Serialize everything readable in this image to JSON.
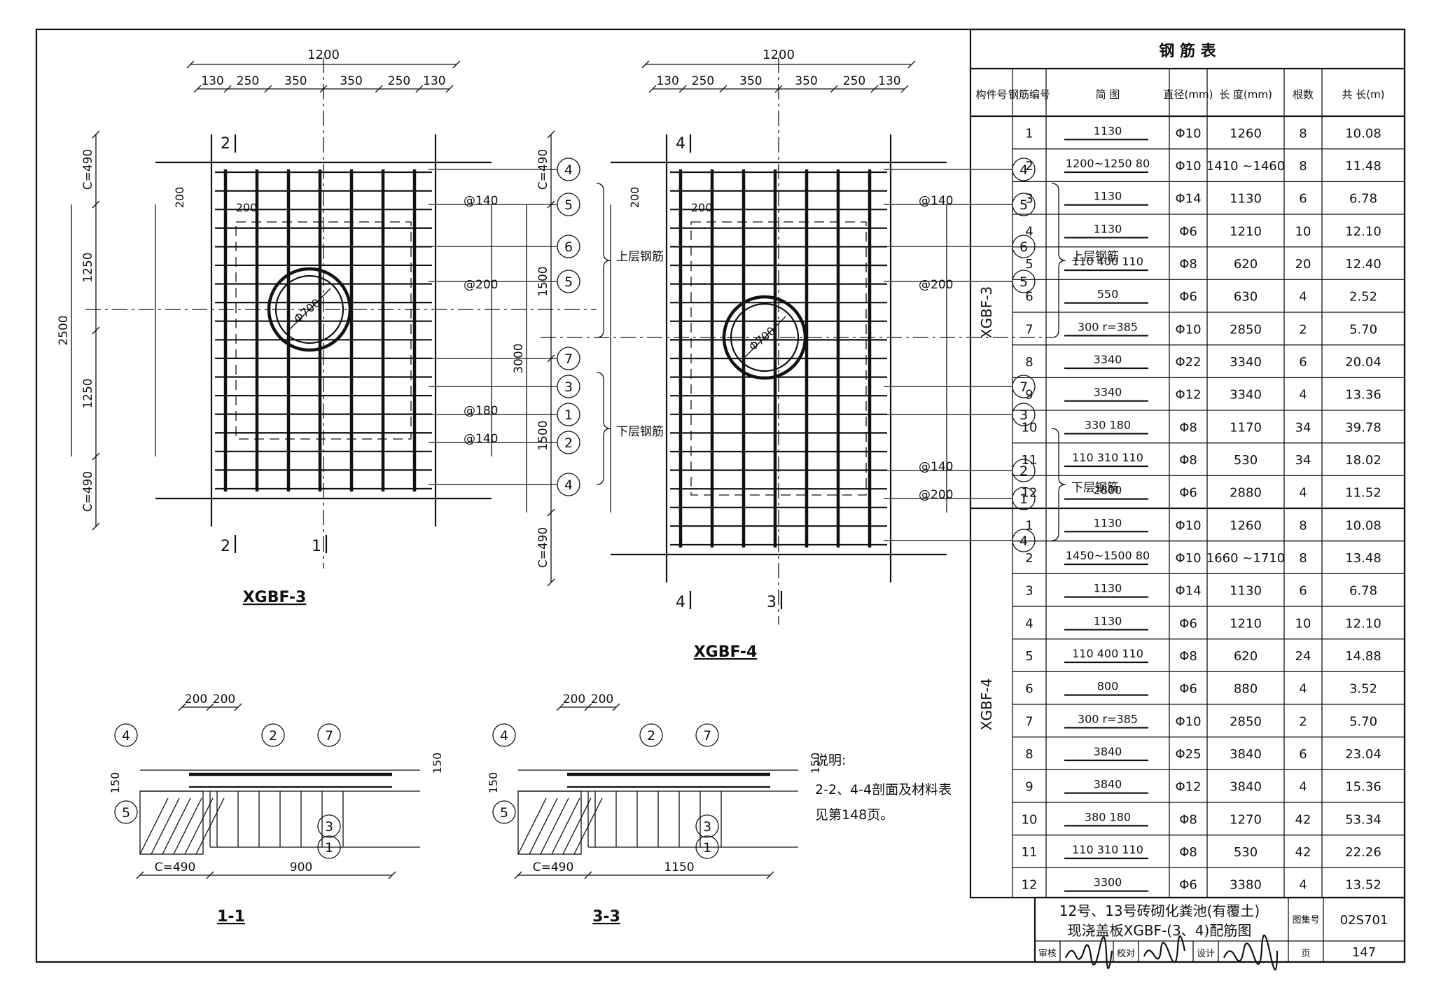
{
  "table": {
    "title": "钢 筋 表",
    "headers": [
      "构件号",
      "钢筋编号",
      "简 图",
      "直径(mm)",
      "长 度(mm)",
      "根数",
      "共 长(m)"
    ],
    "groups": [
      {
        "name": "XGBF-3",
        "rows": [
          {
            "no": "1",
            "sketch": "1130",
            "dia": "Φ10",
            "len": "1260",
            "count": "8",
            "total": "10.08"
          },
          {
            "no": "2",
            "sketch": "1200~1250 80",
            "dia": "Φ10",
            "len": "1410 ~1460",
            "count": "8",
            "total": "11.48"
          },
          {
            "no": "3",
            "sketch": "1130",
            "dia": "Φ14",
            "len": "1130",
            "count": "6",
            "total": "6.78"
          },
          {
            "no": "4",
            "sketch": "1130",
            "dia": "Φ6",
            "len": "1210",
            "count": "10",
            "total": "12.10"
          },
          {
            "no": "5",
            "sketch": "110 400 110",
            "dia": "Φ8",
            "len": "620",
            "count": "20",
            "total": "12.40"
          },
          {
            "no": "6",
            "sketch": "550",
            "dia": "Φ6",
            "len": "630",
            "count": "4",
            "total": "2.52"
          },
          {
            "no": "7",
            "sketch": "300 r=385",
            "dia": "Φ10",
            "len": "2850",
            "count": "2",
            "total": "5.70"
          },
          {
            "no": "8",
            "sketch": "3340",
            "dia": "Φ22",
            "len": "3340",
            "count": "6",
            "total": "20.04"
          },
          {
            "no": "9",
            "sketch": "3340",
            "dia": "Φ12",
            "len": "3340",
            "count": "4",
            "total": "13.36"
          },
          {
            "no": "10",
            "sketch": "330 180",
            "dia": "Φ8",
            "len": "1170",
            "count": "34",
            "total": "39.78"
          },
          {
            "no": "11",
            "sketch": "110 310 110",
            "dia": "Φ8",
            "len": "530",
            "count": "34",
            "total": "18.02"
          },
          {
            "no": "12",
            "sketch": "2800",
            "dia": "Φ6",
            "len": "2880",
            "count": "4",
            "total": "11.52"
          }
        ]
      },
      {
        "name": "XGBF-4",
        "rows": [
          {
            "no": "1",
            "sketch": "1130",
            "dia": "Φ10",
            "len": "1260",
            "count": "8",
            "total": "10.08"
          },
          {
            "no": "2",
            "sketch": "1450~1500 80",
            "dia": "Φ10",
            "len": "1660 ~1710",
            "count": "8",
            "total": "13.48"
          },
          {
            "no": "3",
            "sketch": "1130",
            "dia": "Φ14",
            "len": "1130",
            "count": "6",
            "total": "6.78"
          },
          {
            "no": "4",
            "sketch": "1130",
            "dia": "Φ6",
            "len": "1210",
            "count": "10",
            "total": "12.10"
          },
          {
            "no": "5",
            "sketch": "110 400 110",
            "dia": "Φ8",
            "len": "620",
            "count": "24",
            "total": "14.88"
          },
          {
            "no": "6",
            "sketch": "800",
            "dia": "Φ6",
            "len": "880",
            "count": "4",
            "total": "3.52"
          },
          {
            "no": "7",
            "sketch": "300 r=385",
            "dia": "Φ10",
            "len": "2850",
            "count": "2",
            "total": "5.70"
          },
          {
            "no": "8",
            "sketch": "3840",
            "dia": "Φ25",
            "len": "3840",
            "count": "6",
            "total": "23.04"
          },
          {
            "no": "9",
            "sketch": "3840",
            "dia": "Φ12",
            "len": "3840",
            "count": "4",
            "total": "15.36"
          },
          {
            "no": "10",
            "sketch": "380 180",
            "dia": "Φ8",
            "len": "1270",
            "count": "42",
            "total": "53.34"
          },
          {
            "no": "11",
            "sketch": "110 310 110",
            "dia": "Φ8",
            "len": "530",
            "count": "42",
            "total": "22.26"
          },
          {
            "no": "12",
            "sketch": "3300",
            "dia": "Φ6",
            "len": "3380",
            "count": "4",
            "total": "13.52"
          }
        ]
      }
    ]
  },
  "titleblock": {
    "title_line1": "12号、13号砖砌化粪池(有覆土)",
    "title_line2": "现浇盖板XGBF-(3、4)配筋图",
    "atlas_label": "图集号",
    "atlas_no": "02S701",
    "review_label": "审核",
    "check_label": "校对",
    "design_label": "设计",
    "page_label": "页",
    "page_no": "147"
  },
  "plans": [
    {
      "name": "XGBF-3",
      "dims_top": [
        "1200",
        "130",
        "250",
        "350",
        "350",
        "250",
        "130"
      ],
      "dims_left": [
        "C=490",
        "1250",
        "2500",
        "1250",
        "C=490"
      ],
      "dim_200": "200",
      "hole": "Φ700",
      "spacing": [
        "@140",
        "@200",
        "@180",
        "@140"
      ],
      "section_marks": [
        "2",
        "2",
        "1"
      ],
      "upper_label": "上层钢筋",
      "lower_label": "下层钢筋",
      "callouts": [
        "4",
        "5",
        "6",
        "5",
        "7",
        "3",
        "1",
        "2",
        "4"
      ]
    },
    {
      "name": "XGBF-4",
      "dims_top": [
        "1200",
        "130",
        "250",
        "350",
        "350",
        "250",
        "130"
      ],
      "dims_left": [
        "C=490",
        "1500",
        "3000",
        "1500",
        "C=490"
      ],
      "dim_200": "200",
      "hole": "Φ700",
      "spacing": [
        "@140",
        "@200",
        "@140",
        "@200"
      ],
      "section_marks": [
        "4",
        "4",
        "3"
      ],
      "upper_label": "上层钢筋",
      "lower_label": "下层钢筋",
      "callouts": [
        "4",
        "5",
        "6",
        "5",
        "7",
        "3",
        "2",
        "1",
        "4"
      ]
    }
  ],
  "sections": [
    {
      "name": "1-1",
      "dims_top": [
        "200",
        "200"
      ],
      "thk": "150",
      "c": "C=490",
      "span": "900",
      "callouts": [
        "4",
        "2",
        "7",
        "5",
        "3",
        "1"
      ]
    },
    {
      "name": "3-3",
      "dims_top": [
        "200",
        "200"
      ],
      "thk": "150",
      "c": "C=490",
      "span": "1150",
      "callouts": [
        "4",
        "2",
        "7",
        "5",
        "3",
        "1"
      ]
    }
  ],
  "note": {
    "title": "说明:",
    "line1": "2-2、4-4剖面及材料表",
    "line2": "见第148页。"
  }
}
